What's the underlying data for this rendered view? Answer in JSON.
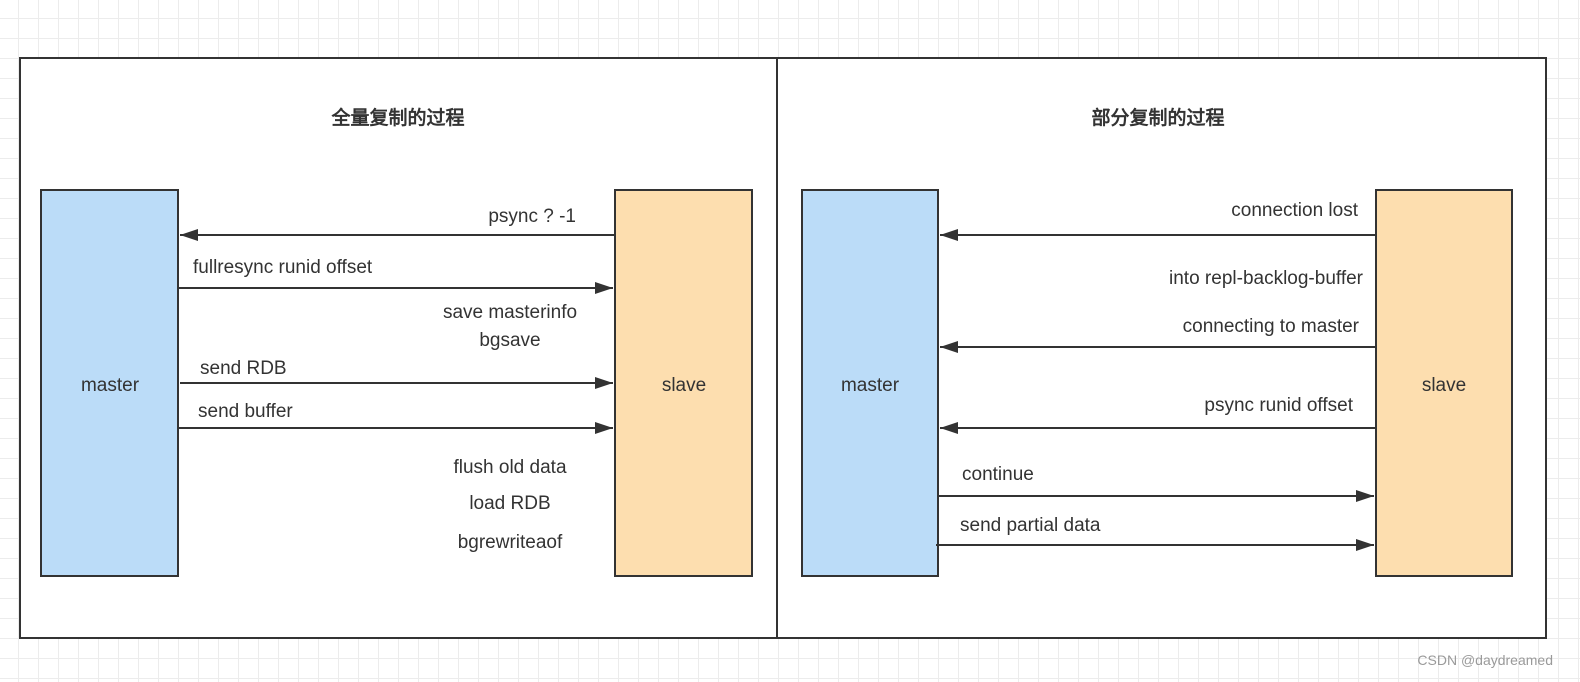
{
  "full_sync": {
    "title": "全量复制的过程",
    "master": "master",
    "slave": "slave",
    "psync": "psync ? -1",
    "fullresync": "fullresync runid offset",
    "save_masterinfo": "save masterinfo",
    "bgsave": "bgsave",
    "send_rdb": "send RDB",
    "send_buffer": "send buffer",
    "flush_old_data": "flush old data",
    "load_rdb": "load RDB",
    "bgrewriteaof": "bgrewriteaof"
  },
  "partial_sync": {
    "title": "部分复制的过程",
    "master": "master",
    "slave": "slave",
    "connection_lost": "connection lost",
    "into_backlog": "into repl-backlog-buffer",
    "connecting": "connecting to master",
    "psync": "psync runid offset",
    "continue": "continue",
    "send_partial": "send partial data"
  },
  "watermark": "CSDN @daydreamed",
  "colors": {
    "master_fill": "#bbdcf8",
    "slave_fill": "#fddeaf",
    "stroke": "#333333"
  }
}
